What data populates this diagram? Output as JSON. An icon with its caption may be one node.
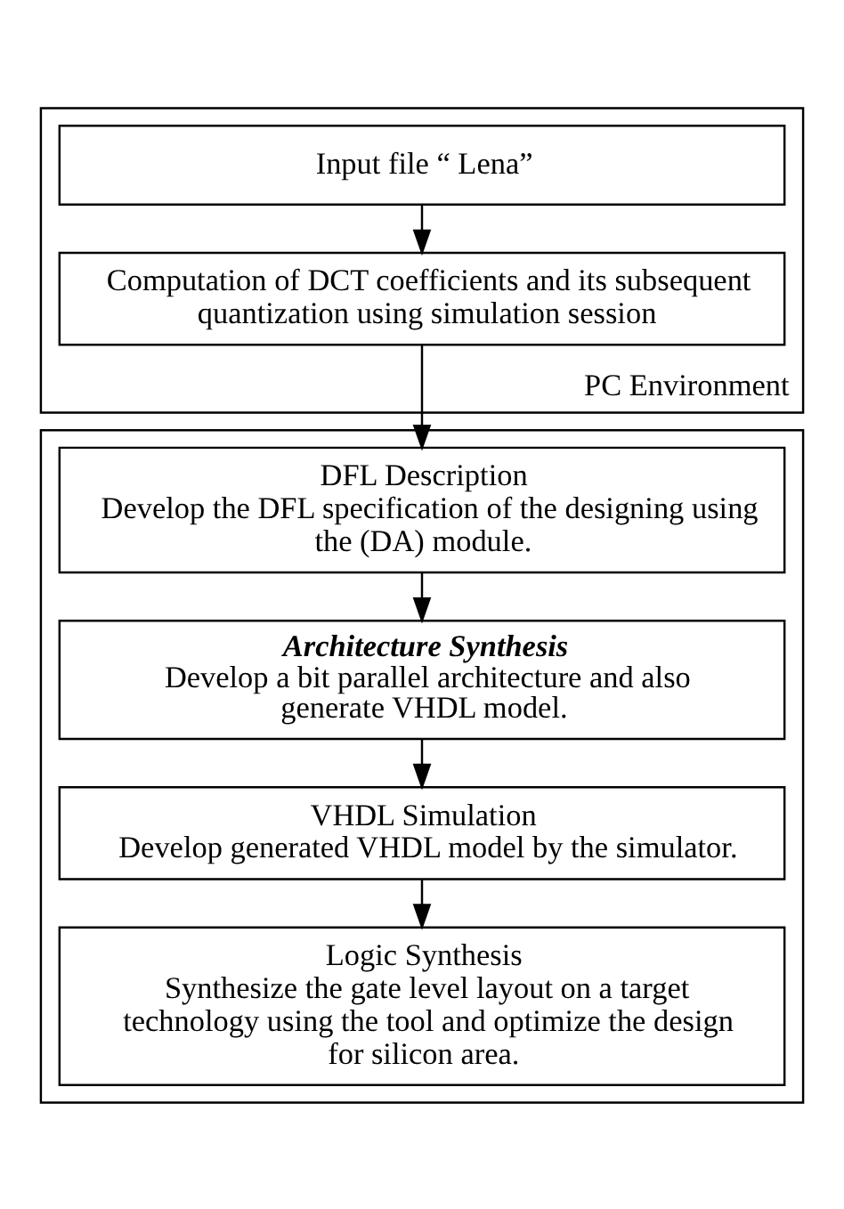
{
  "diagram": {
    "nodes": [
      {
        "text": [
          "PC Environment"
        ]
      },
      {
        "text": [
          "Input file “ Lena”"
        ],
        "in": 0
      },
      {
        "text": [
          "Computation of DCT coefficients and its subsequent quantization using simulation session"
        ],
        "in": 0
      },
      {
        "text": [],
        "shape": "box"
      },
      {
        "text": [
          "DFL Description",
          "Develop the DFL specification of the designing using the (DA) module."
        ],
        "in": 3
      },
      {
        "text": [
          "Architecture Synthesis",
          "Develop a bit parallel architecture and also generate VHDL model."
        ],
        "in": 3
      },
      {
        "text": [
          "VHDL Simulation",
          "Develop generated VHDL model by the simulator."
        ],
        "in": 3
      },
      {
        "text": [
          "Logic Synthesis",
          "Synthesize the gate level layout on a target technology using the tool and optimize the design for silicon area."
        ],
        "in": 3
      }
    ],
    "edges": [
      {
        "from": 1,
        "to": 2,
        "arrow": "to"
      },
      {
        "from": 2,
        "to": 4,
        "arrow": "to"
      },
      {
        "from": 4,
        "to": 5,
        "arrow": "to"
      },
      {
        "from": 5,
        "to": 6,
        "arrow": "to"
      },
      {
        "from": 6,
        "to": 7,
        "arrow": "to"
      }
    ]
  }
}
